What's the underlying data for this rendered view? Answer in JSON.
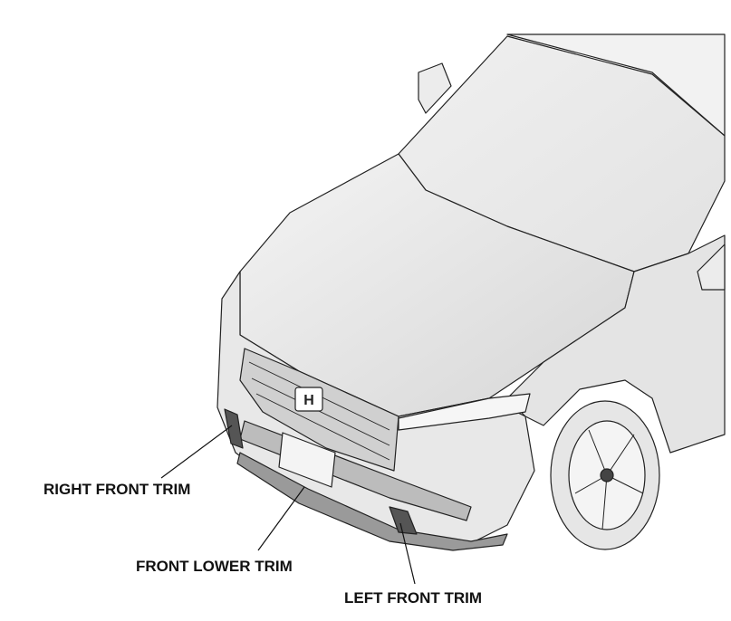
{
  "labels": {
    "right_front_trim": "RIGHT FRONT TRIM",
    "front_lower_trim": "FRONT LOWER TRIM",
    "left_front_trim": "LEFT FRONT TRIM"
  }
}
